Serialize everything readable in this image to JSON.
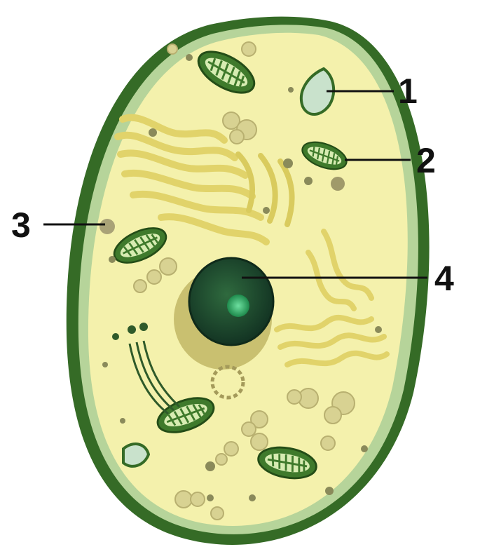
{
  "labels": [
    {
      "id": "1",
      "text": "1"
    },
    {
      "id": "2",
      "text": "2"
    },
    {
      "id": "3",
      "text": "3"
    },
    {
      "id": "4",
      "text": "4"
    }
  ],
  "colors": {
    "cell_wall": "#356b26",
    "cell_wall_light": "#b6d49a",
    "cytoplasm": "#f4f1ac",
    "golgi_er": "#e1d36a",
    "mitochondrion": "#3f7a2c",
    "nucleus": "#1d4a2c",
    "nucleolus": "#35b06a",
    "vesicle": "#d8d292",
    "leader_line": "#111111"
  }
}
